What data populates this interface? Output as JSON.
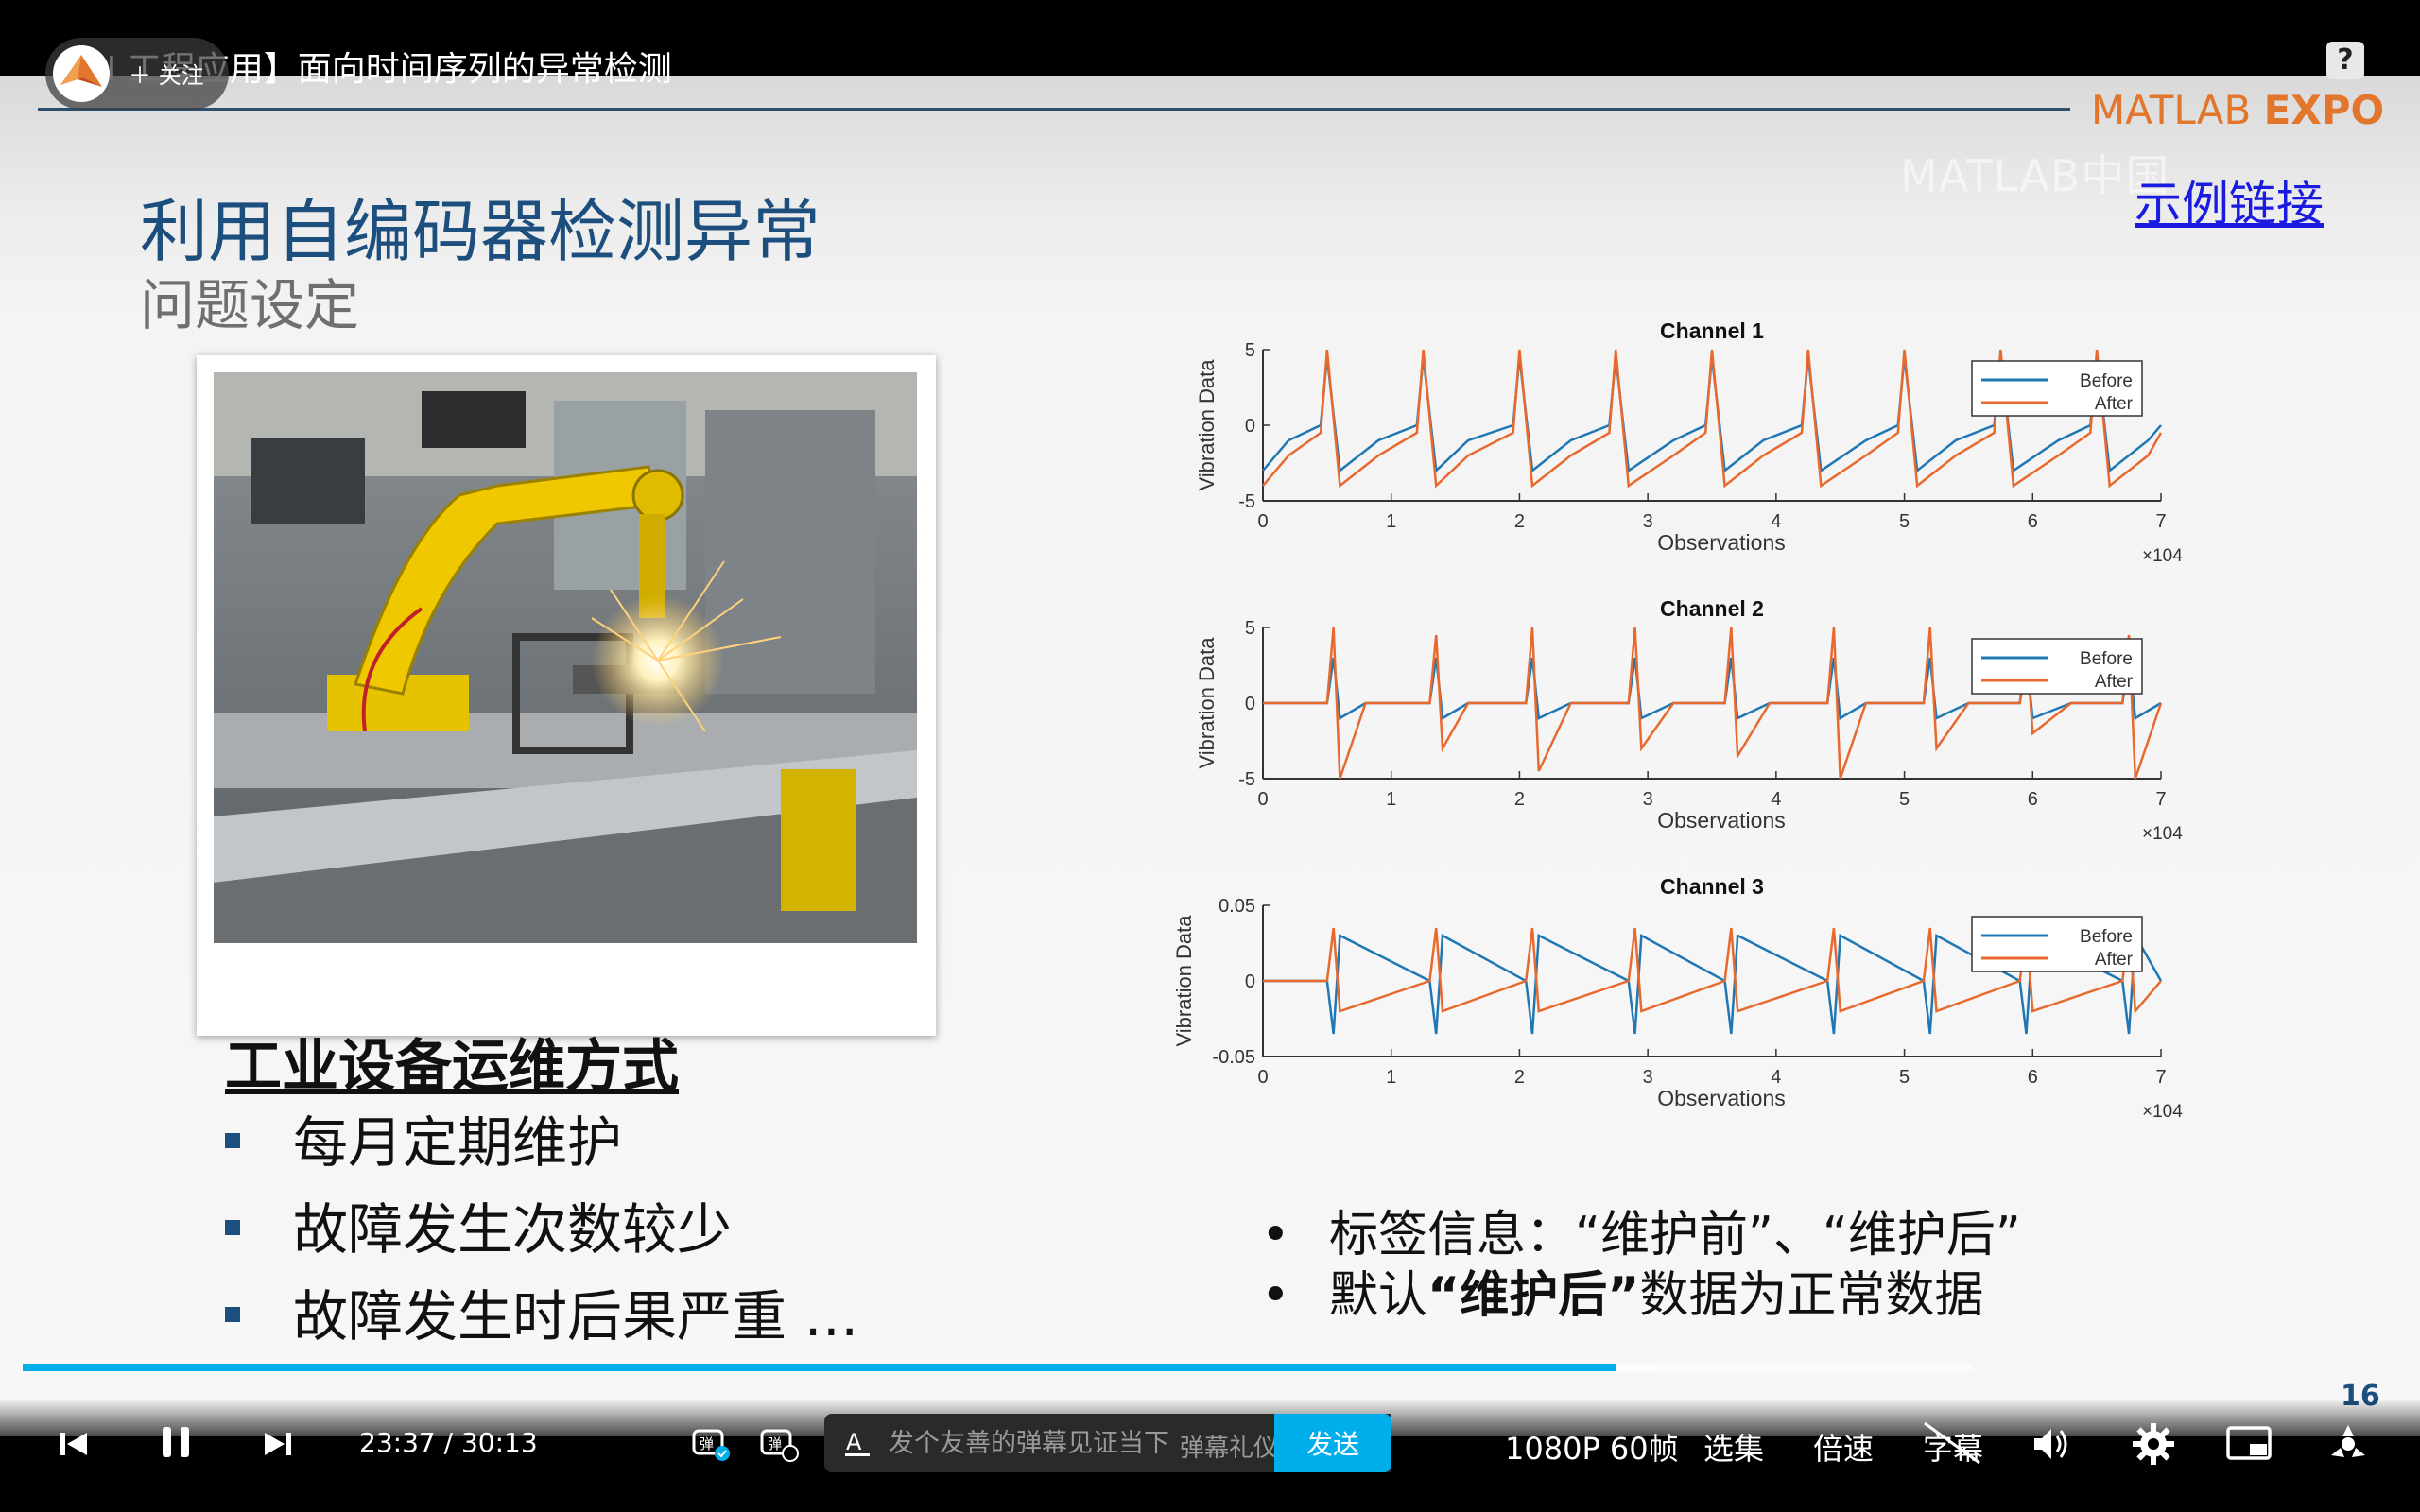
{
  "video": {
    "title": "【AI 工程应用】面向时间序列的异常检测",
    "follow_label": "关注",
    "help_label": "?"
  },
  "slide": {
    "brand_left": "MATLAB ",
    "brand_right": "EXPO",
    "watermark": "MATLAB中国",
    "example_link": "示例链接",
    "title": "利用自编码器检测异常",
    "subtitle": "问题设定",
    "section_heading": "工业设备运维方式",
    "bullets": [
      "每月定期维护",
      "故障发生次数较少",
      "故障发生时后果严重 …"
    ],
    "notes": {
      "n1": "标签信息：“维护前”、“维护后”",
      "n2_pre": "默认",
      "n2_bold": "“维护后”",
      "n2_post": "数据为正常数据"
    },
    "page_number": "16"
  },
  "chart_data": [
    {
      "type": "line",
      "title": "Channel 1",
      "xlabel": "Observations",
      "ylabel": "Vibration Data",
      "xlim": [
        0,
        7
      ],
      "ylim": [
        -5,
        5
      ],
      "x_multiplier": "×10^4",
      "xticks": [
        "0",
        "1",
        "2",
        "3",
        "4",
        "5",
        "6",
        "7"
      ],
      "yticks": [
        "-5",
        "0",
        "5"
      ],
      "legend": [
        "Before",
        "After"
      ],
      "legend_position": "top-right",
      "colors": {
        "Before": "#1f77b4",
        "After": "#e8692d"
      },
      "series": [
        {
          "name": "Before",
          "x": [
            0,
            0.2,
            0.45,
            0.5,
            0.6,
            0.9,
            1.2,
            1.25,
            1.35,
            1.6,
            1.95,
            2.0,
            2.1,
            2.4,
            2.7,
            2.75,
            2.85,
            3.2,
            3.45,
            3.5,
            3.6,
            3.9,
            4.2,
            4.25,
            4.35,
            4.7,
            4.95,
            5.0,
            5.1,
            5.4,
            5.7,
            5.75,
            5.85,
            6.2,
            6.45,
            6.5,
            6.6,
            6.9,
            7.0
          ],
          "y": [
            -3,
            -1,
            0,
            4.5,
            -3,
            -1,
            0,
            4.5,
            -3,
            -1,
            0,
            4.5,
            -3,
            -1,
            0,
            4.5,
            -3,
            -1,
            0,
            4.5,
            -3,
            -1,
            0,
            4.5,
            -3,
            -1,
            0,
            4.5,
            -3,
            -1,
            0,
            4.5,
            -3,
            -1,
            0,
            4.5,
            -3,
            -1,
            0
          ]
        },
        {
          "name": "After",
          "x": [
            0,
            0.2,
            0.45,
            0.5,
            0.6,
            0.9,
            1.2,
            1.25,
            1.35,
            1.6,
            1.95,
            2.0,
            2.1,
            2.4,
            2.7,
            2.75,
            2.85,
            3.2,
            3.45,
            3.5,
            3.6,
            3.9,
            4.2,
            4.25,
            4.35,
            4.7,
            4.95,
            5.0,
            5.1,
            5.4,
            5.7,
            5.75,
            5.85,
            6.2,
            6.45,
            6.5,
            6.6,
            6.9,
            7.0
          ],
          "y": [
            -4,
            -2,
            -0.5,
            5,
            -4,
            -2,
            -0.5,
            5,
            -4,
            -2,
            -0.5,
            5,
            -4,
            -2,
            -0.5,
            5,
            -4,
            -2,
            -0.5,
            5,
            -4,
            -2,
            -0.5,
            5,
            -4,
            -2,
            -0.5,
            5,
            -4,
            -2,
            -0.5,
            5,
            -4,
            -2,
            -0.5,
            5,
            -4,
            -2,
            -0.5
          ]
        }
      ]
    },
    {
      "type": "line",
      "title": "Channel 2",
      "xlabel": "Observations",
      "ylabel": "Vibration Data",
      "xlim": [
        0,
        7
      ],
      "ylim": [
        -5,
        5
      ],
      "x_multiplier": "×10^4",
      "xticks": [
        "0",
        "1",
        "2",
        "3",
        "4",
        "5",
        "6",
        "7"
      ],
      "yticks": [
        "-5",
        "0",
        "5"
      ],
      "legend": [
        "Before",
        "After"
      ],
      "legend_position": "top-right",
      "colors": {
        "Before": "#1f77b4",
        "After": "#e8692d"
      },
      "series": [
        {
          "name": "Before",
          "x": [
            0,
            0.5,
            0.55,
            0.6,
            0.8,
            1.3,
            1.35,
            1.4,
            1.6,
            2.05,
            2.1,
            2.15,
            2.4,
            2.85,
            2.9,
            2.95,
            3.2,
            3.6,
            3.65,
            3.7,
            3.95,
            4.4,
            4.45,
            4.5,
            4.7,
            5.15,
            5.2,
            5.25,
            5.5,
            5.9,
            5.95,
            6.0,
            6.3,
            6.7,
            6.75,
            6.8,
            7.0
          ],
          "y": [
            0,
            0,
            3,
            -1,
            0,
            0,
            3,
            -1,
            0,
            0,
            3,
            -1,
            0,
            0,
            3,
            -1,
            0,
            0,
            3,
            -1,
            0,
            0,
            3,
            -1,
            0,
            0,
            3,
            -1,
            0,
            0,
            3,
            -1,
            0,
            0,
            3,
            -1,
            0
          ]
        },
        {
          "name": "After",
          "x": [
            0,
            0.5,
            0.55,
            0.6,
            0.8,
            1.3,
            1.35,
            1.4,
            1.6,
            2.05,
            2.1,
            2.15,
            2.4,
            2.85,
            2.9,
            2.95,
            3.2,
            3.6,
            3.65,
            3.7,
            3.95,
            4.4,
            4.45,
            4.5,
            4.7,
            5.15,
            5.2,
            5.25,
            5.5,
            5.9,
            5.95,
            6.0,
            6.3,
            6.7,
            6.75,
            6.8,
            7.0
          ],
          "y": [
            0,
            0,
            5,
            -5,
            0,
            0,
            4.5,
            -3,
            0,
            0,
            5,
            -4.5,
            0,
            0,
            5,
            -3,
            0,
            0,
            5,
            -3.5,
            0,
            0,
            5,
            -5,
            0,
            0,
            5,
            -3,
            0,
            0,
            4,
            -2,
            0,
            0,
            4.5,
            -5,
            0
          ]
        }
      ]
    },
    {
      "type": "line",
      "title": "Channel 3",
      "xlabel": "Observations",
      "ylabel": "Vibration Data",
      "xlim": [
        0,
        7
      ],
      "ylim": [
        -0.05,
        0.05
      ],
      "x_multiplier": "×10^4",
      "xticks": [
        "0",
        "1",
        "2",
        "3",
        "4",
        "5",
        "6",
        "7"
      ],
      "yticks": [
        "-0.05",
        "0",
        "0.05"
      ],
      "legend": [
        "Before",
        "After"
      ],
      "legend_position": "top-right",
      "colors": {
        "Before": "#1f77b4",
        "After": "#e8692d"
      },
      "series": [
        {
          "name": "Before",
          "x": [
            0,
            0.5,
            0.55,
            0.6,
            1.3,
            1.35,
            1.4,
            2.05,
            2.1,
            2.15,
            2.85,
            2.9,
            2.95,
            3.6,
            3.65,
            3.7,
            4.4,
            4.45,
            4.5,
            5.15,
            5.2,
            5.25,
            5.9,
            5.95,
            6.0,
            6.7,
            6.75,
            6.8,
            7.0
          ],
          "y": [
            0,
            0,
            -0.035,
            0.03,
            0,
            -0.035,
            0.03,
            0,
            -0.035,
            0.03,
            0,
            -0.035,
            0.03,
            0,
            -0.035,
            0.03,
            0,
            -0.035,
            0.03,
            0,
            -0.035,
            0.03,
            0,
            -0.035,
            0.03,
            0,
            -0.035,
            0.03,
            0
          ]
        },
        {
          "name": "After",
          "x": [
            0,
            0.5,
            0.55,
            0.6,
            1.3,
            1.35,
            1.4,
            2.05,
            2.1,
            2.15,
            2.85,
            2.9,
            2.95,
            3.6,
            3.65,
            3.7,
            4.4,
            4.45,
            4.5,
            5.15,
            5.2,
            5.25,
            5.9,
            5.95,
            6.0,
            6.7,
            6.75,
            6.8,
            7.0
          ],
          "y": [
            0,
            0,
            0.035,
            -0.02,
            0,
            0.035,
            -0.02,
            0,
            0.035,
            -0.02,
            0,
            0.035,
            -0.02,
            0,
            0.035,
            -0.02,
            0,
            0.035,
            -0.02,
            0,
            0.035,
            -0.02,
            0,
            0.035,
            -0.02,
            0,
            0.035,
            -0.02,
            0
          ]
        }
      ]
    }
  ],
  "player": {
    "time_current": "23:37",
    "time_separator": "/",
    "time_total": "30:13",
    "progress": 0.817,
    "buffered": 0.838,
    "danmaku_placeholder": "发个友善的弹幕见证当下",
    "danmaku_etiquette": "弹幕礼仪 ›",
    "send_label": "发送",
    "quality_label": "1080P 60帧",
    "episodes_label": "选集",
    "speed_label": "倍速",
    "subtitle_label": "字幕",
    "accent": "#00aeec"
  }
}
